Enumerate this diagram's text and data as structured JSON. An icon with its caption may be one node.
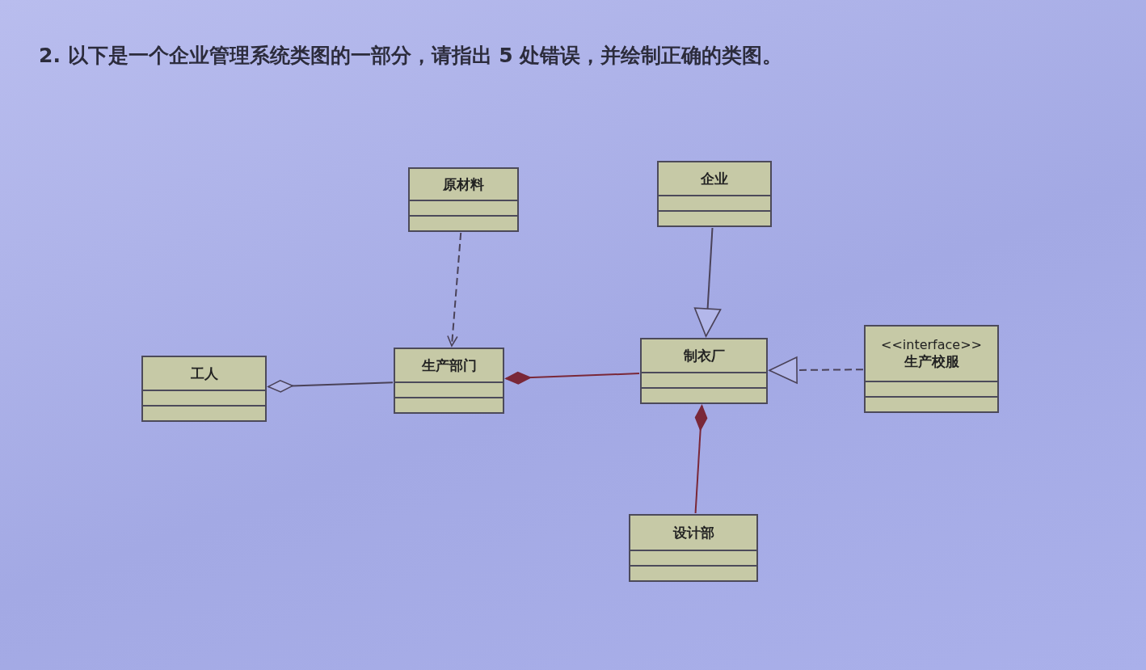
{
  "diagram": {
    "title": "2. 以下是一个企业管理系统类图的一部分，请指出 5 处错误，并绘制正确的类图。",
    "nodes": [
      {
        "text": [
          "原材料"
        ]
      },
      {
        "text": [
          "企业"
        ]
      },
      {
        "text": [
          "工人"
        ]
      },
      {
        "text": [
          "生产部门"
        ]
      },
      {
        "text": [
          "制衣厂"
        ]
      },
      {
        "text": [
          "<<interface>>",
          "生产校服"
        ]
      },
      {
        "text": [
          "设计部"
        ]
      }
    ],
    "edges": [
      {
        "from": 0,
        "to": 3,
        "arrow": "to",
        "style": "dashed"
      },
      {
        "from": 1,
        "to": 4,
        "arrow": "to"
      },
      {
        "from": 3,
        "to": 2,
        "arrow": "other"
      },
      {
        "from": 4,
        "to": 3,
        "arrow": "other",
        "color": "#7a2838"
      },
      {
        "from": 5,
        "to": 4,
        "arrow": "to",
        "style": "dashed"
      },
      {
        "from": 6,
        "to": 4,
        "arrow": "other",
        "color": "#7a2838"
      }
    ]
  }
}
